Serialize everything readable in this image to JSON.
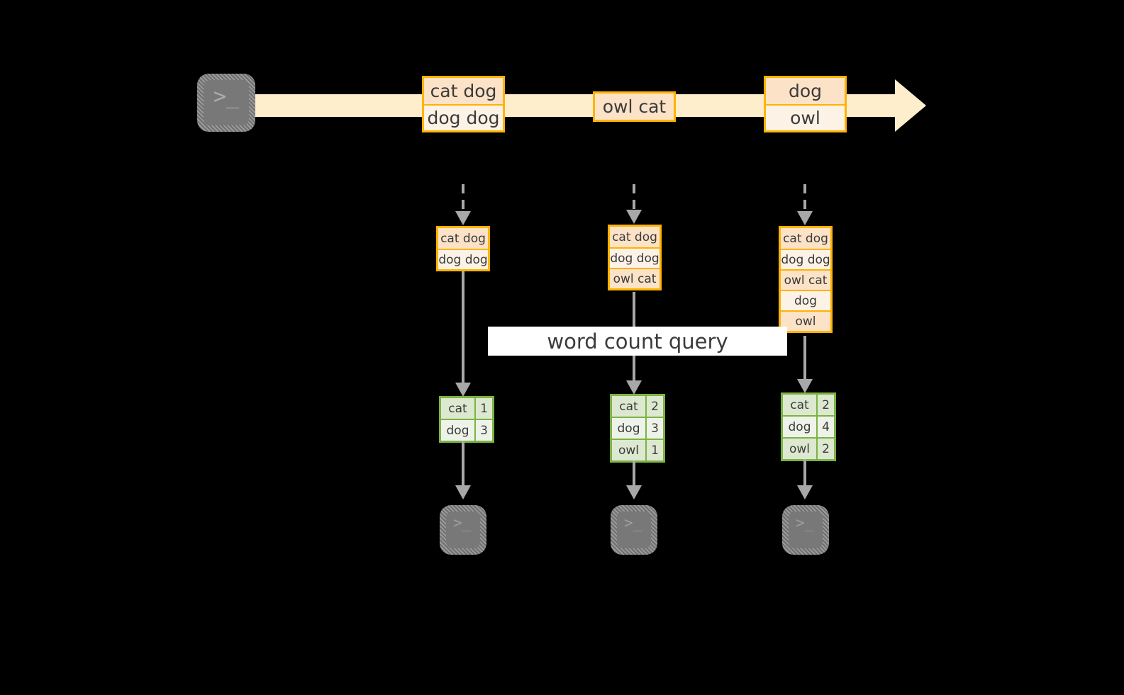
{
  "diagram": {
    "title_banner": {
      "label": "word count query"
    },
    "colors": {
      "background": "#000000",
      "stream": "#ffeecb",
      "record_border": "#ffb300",
      "record_fill_dark": "#fce2c6",
      "record_fill_light": "#fdf2e6",
      "table_border": "#7cb342",
      "table_fill_dark": "#dde8d0",
      "table_fill_light": "#eef3e9",
      "connector": "#a8a8a8",
      "terminal_fill": "#787878",
      "banner_fill": "#ffffff"
    },
    "source_terminal": {
      "icon": "terminal-prompt-icon",
      "prompt": ">_"
    },
    "stream": {
      "arrow": "stream-arrow-right",
      "records": [
        {
          "lines": [
            "cat dog",
            "dog dog"
          ]
        },
        {
          "lines": [
            "owl cat"
          ]
        },
        {
          "lines": [
            "dog",
            "owl"
          ]
        }
      ]
    },
    "columns": [
      {
        "inbound_arrow": "dashed-down-arrow",
        "accumulated": {
          "lines": [
            "cat dog",
            "dog dog"
          ]
        },
        "result": {
          "rows": [
            {
              "word": "cat",
              "count": "1"
            },
            {
              "word": "dog",
              "count": "3"
            }
          ]
        },
        "sink_terminal": {
          "icon": "terminal-prompt-icon",
          "prompt": ">_"
        }
      },
      {
        "inbound_arrow": "dashed-down-arrow",
        "accumulated": {
          "lines": [
            "cat dog",
            "dog dog",
            "owl cat"
          ]
        },
        "result": {
          "rows": [
            {
              "word": "cat",
              "count": "2"
            },
            {
              "word": "dog",
              "count": "3"
            },
            {
              "word": "owl",
              "count": "1"
            }
          ]
        },
        "sink_terminal": {
          "icon": "terminal-prompt-icon",
          "prompt": ">_"
        }
      },
      {
        "inbound_arrow": "dashed-down-arrow",
        "accumulated": {
          "lines": [
            "cat dog",
            "dog dog",
            "owl cat",
            "dog",
            "owl"
          ]
        },
        "result": {
          "rows": [
            {
              "word": "cat",
              "count": "2"
            },
            {
              "word": "dog",
              "count": "4"
            },
            {
              "word": "owl",
              "count": "2"
            }
          ]
        },
        "sink_terminal": {
          "icon": "terminal-prompt-icon",
          "prompt": ">_"
        }
      }
    ]
  }
}
